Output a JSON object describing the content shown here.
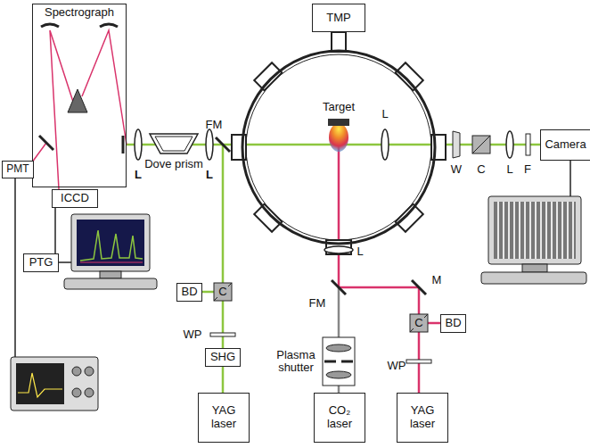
{
  "diagram": {
    "nodes": [
      {
        "text": [
          "Spectrograph"
        ]
      },
      {
        "text": [
          "TMP"
        ]
      },
      {
        "text": [
          "PMT"
        ]
      },
      {
        "text": [
          "ICCD"
        ]
      },
      {
        "text": [
          "PTG"
        ]
      },
      {
        "text": [
          "Camera"
        ]
      },
      {
        "text": [
          "BD"
        ]
      },
      {
        "text": [
          "SHG"
        ]
      },
      {
        "text": [
          "YAG laser"
        ]
      },
      {
        "text": [
          "CO₂ laser"
        ]
      },
      {
        "text": [
          "BD"
        ]
      },
      {
        "text": [
          "YAG laser"
        ]
      }
    ],
    "edges": [
      {
        "from": 3,
        "to": 4,
        "arrow": "none"
      }
    ],
    "labels": [
      "L",
      "Dove prism",
      "L",
      "FM",
      "Target",
      "L",
      "W",
      "C",
      "L",
      "F",
      "L",
      "C",
      "FM",
      "M",
      "C",
      "WP",
      "Plasma shutter",
      "WP"
    ]
  }
}
